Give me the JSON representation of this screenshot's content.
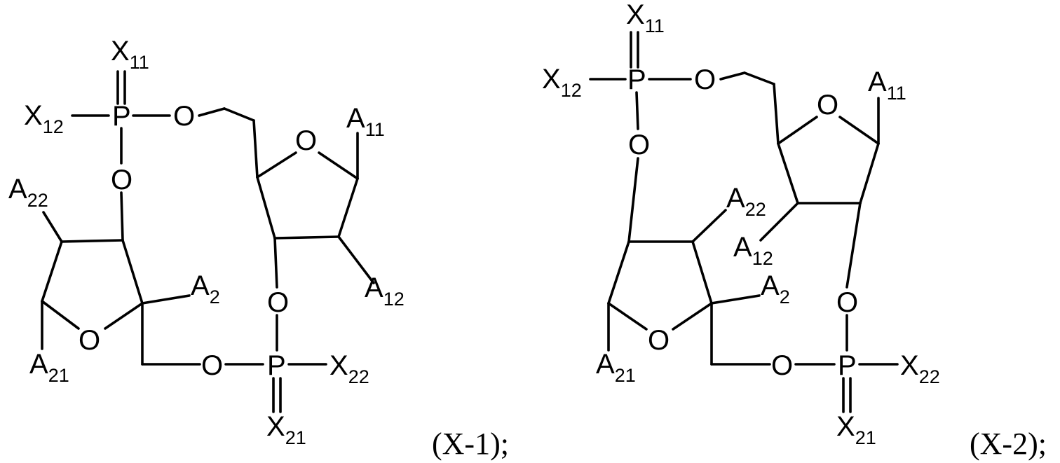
{
  "colors": {
    "ink": "#000000",
    "background": "#ffffff"
  },
  "structures": [
    {
      "id": "x1",
      "caption": "(X-1);",
      "labels": [
        {
          "base": "X",
          "sub": "11"
        },
        {
          "base": "X",
          "sub": "12"
        },
        {
          "base": "P",
          "sub": ""
        },
        {
          "base": "O",
          "sub": ""
        },
        {
          "base": "O",
          "sub": ""
        },
        {
          "base": "A",
          "sub": "11"
        },
        {
          "base": "O",
          "sub": ""
        },
        {
          "base": "A",
          "sub": "22"
        },
        {
          "base": "A",
          "sub": "2"
        },
        {
          "base": "O",
          "sub": ""
        },
        {
          "base": "A",
          "sub": "12"
        },
        {
          "base": "O",
          "sub": ""
        },
        {
          "base": "A",
          "sub": "21"
        },
        {
          "base": "O",
          "sub": ""
        },
        {
          "base": "P",
          "sub": ""
        },
        {
          "base": "X",
          "sub": "22"
        },
        {
          "base": "X",
          "sub": "21"
        }
      ]
    },
    {
      "id": "x2",
      "caption": "(X-2);",
      "labels": [
        {
          "base": "X",
          "sub": "11"
        },
        {
          "base": "X",
          "sub": "12"
        },
        {
          "base": "P",
          "sub": ""
        },
        {
          "base": "O",
          "sub": ""
        },
        {
          "base": "A",
          "sub": "11"
        },
        {
          "base": "O",
          "sub": ""
        },
        {
          "base": "O",
          "sub": ""
        },
        {
          "base": "A",
          "sub": "22"
        },
        {
          "base": "A",
          "sub": "12"
        },
        {
          "base": "A",
          "sub": "2"
        },
        {
          "base": "O",
          "sub": ""
        },
        {
          "base": "O",
          "sub": ""
        },
        {
          "base": "A",
          "sub": "21"
        },
        {
          "base": "O",
          "sub": ""
        },
        {
          "base": "P",
          "sub": ""
        },
        {
          "base": "X",
          "sub": "22"
        },
        {
          "base": "X",
          "sub": "21"
        }
      ]
    }
  ]
}
